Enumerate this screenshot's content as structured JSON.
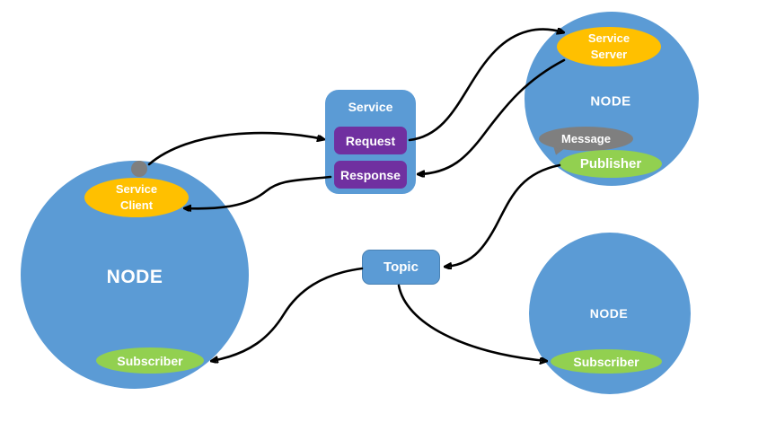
{
  "nodes": {
    "left": {
      "label": "NODE",
      "service_client_line1": "Service",
      "service_client_line2": "Client",
      "subscriber_label": "Subscriber"
    },
    "top_right": {
      "label": "NODE",
      "service_server_line1": "Service",
      "service_server_line2": "Server",
      "message_label": "Message",
      "publisher_label": "Publisher"
    },
    "bottom_right": {
      "label": "NODE",
      "subscriber_label": "Subscriber"
    }
  },
  "service_box": {
    "title": "Service",
    "request_label": "Request",
    "response_label": "Response"
  },
  "topic_box": {
    "label": "Topic"
  },
  "colors": {
    "node_fill": "#5B9BD5",
    "ellipse_orange": "#FFC000",
    "ellipse_green": "#92D050",
    "bubble_gray": "#7F7F7F",
    "inner_purple": "#7030A0",
    "arrow_black": "#000000",
    "text_white": "#FFFFFF",
    "background": "#FFFFFF"
  }
}
